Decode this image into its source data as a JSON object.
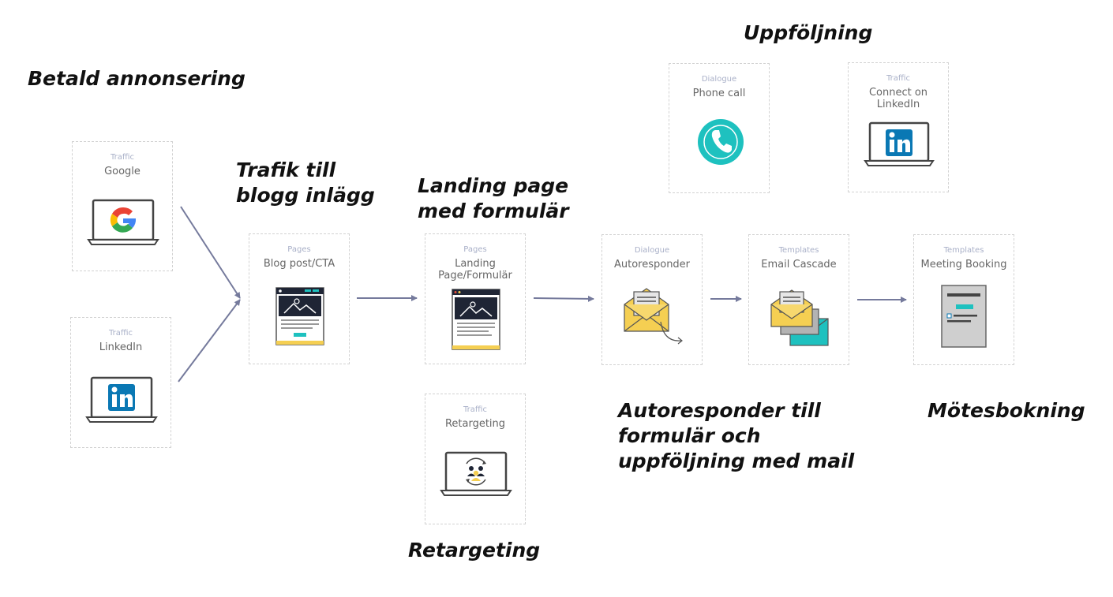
{
  "headings": {
    "paid_ads": "Betald annonsering",
    "blog_traffic": [
      "Trafik till",
      "blogg inlägg"
    ],
    "landing": [
      "Landing page",
      "med formulär"
    ],
    "followup": "Uppföljning",
    "autoresponder": [
      "Autoresponder till",
      "formulär och",
      "uppföljning med mail"
    ],
    "meeting": "Mötesbokning",
    "retargeting": "Retargeting"
  },
  "cards": {
    "google": {
      "category": "Traffic",
      "title": "Google"
    },
    "linkedin": {
      "category": "Traffic",
      "title": "LinkedIn"
    },
    "blog": {
      "category": "Pages",
      "title": "Blog post/CTA"
    },
    "landing": {
      "category": "Pages",
      "title": [
        "Landing",
        "Page/Formulär"
      ]
    },
    "retargeting": {
      "category": "Traffic",
      "title": "Retargeting"
    },
    "autoresponder": {
      "category": "Dialogue",
      "title": "Autoresponder"
    },
    "email_cascade": {
      "category": "Templates",
      "title": "Email Cascade"
    },
    "meeting": {
      "category": "Templates",
      "title": "Meeting Booking"
    },
    "phone": {
      "category": "Dialogue",
      "title": "Phone call"
    },
    "connect_linkedin": {
      "category": "Traffic",
      "title": "Connect on LinkedIn"
    }
  },
  "icons": {
    "google": "google-laptop-icon",
    "linkedin": "linkedin-laptop-icon",
    "blog": "blog-page-icon",
    "landing": "landing-page-icon",
    "retargeting": "retargeting-laptop-icon",
    "autoresponder": "autoresponder-envelope-icon",
    "email_cascade": "email-cascade-icon",
    "meeting": "meeting-booking-form-icon",
    "phone": "phone-icon",
    "connect_linkedin": "linkedin-laptop-icon"
  },
  "colors": {
    "arrow": "#757a9c",
    "teal": "#1ec1bf",
    "yellow": "#f5cf52",
    "linkedin_blue": "#0a78b4",
    "dark": "#1f2535",
    "card_border": "#d2d2d2",
    "category_text": "#a9b0c8"
  }
}
